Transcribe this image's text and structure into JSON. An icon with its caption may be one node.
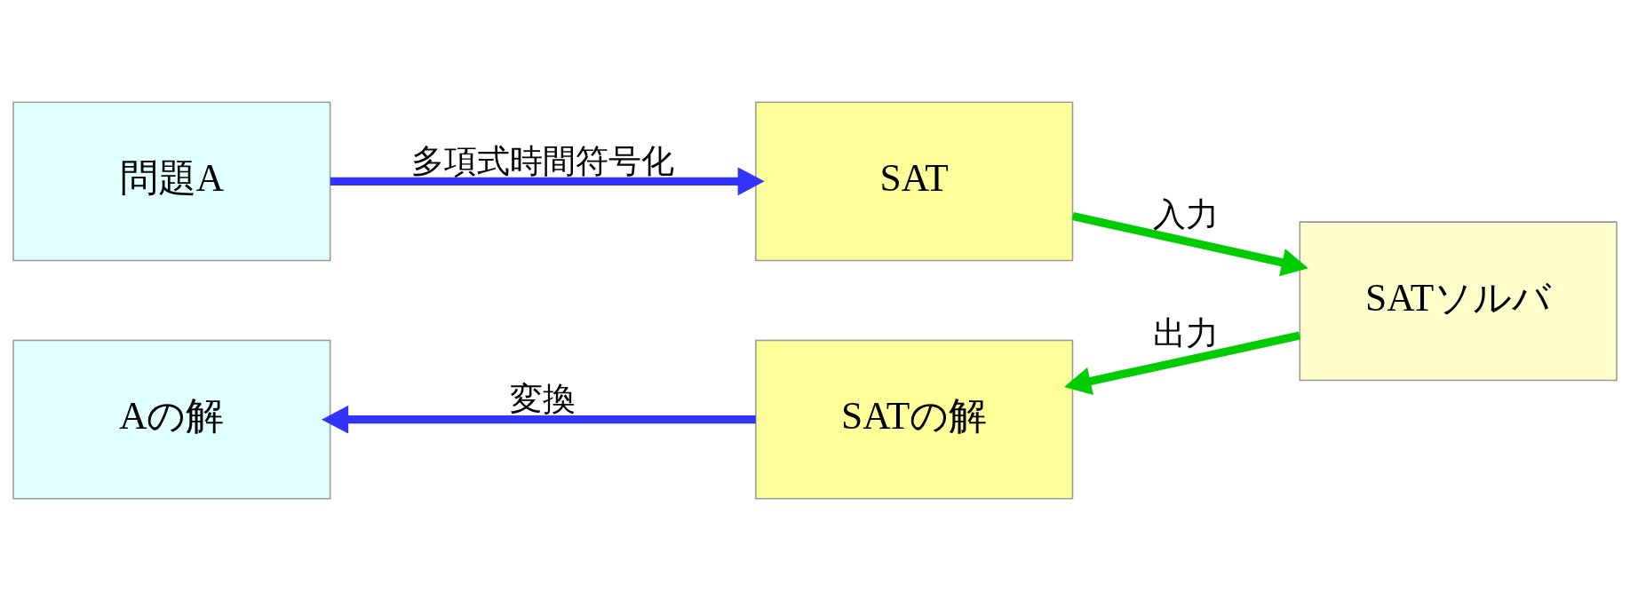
{
  "diagram": {
    "nodes": [
      {
        "text": [
          "問題A"
        ]
      },
      {
        "text": [
          "SAT"
        ]
      },
      {
        "text": [
          "SATソルバ"
        ]
      },
      {
        "text": [
          "SATの解"
        ]
      },
      {
        "text": [
          "Aの解"
        ]
      }
    ],
    "edges": [
      {
        "from": 0,
        "to": 1,
        "arrow": "to",
        "label": "多項式時間符号化",
        "color": "#3333ff"
      },
      {
        "from": 1,
        "to": 2,
        "arrow": "to",
        "label": "入力",
        "color": "#00cc00"
      },
      {
        "from": 2,
        "to": 3,
        "arrow": "to",
        "label": "出力",
        "color": "#00cc00"
      },
      {
        "from": 3,
        "to": 4,
        "arrow": "to",
        "label": "変換",
        "color": "#3333ff"
      }
    ]
  }
}
